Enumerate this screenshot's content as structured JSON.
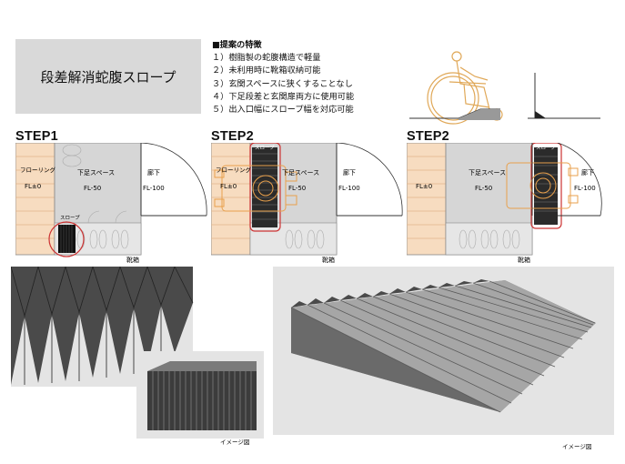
{
  "title": "段差解消蛇腹スロープ",
  "features": {
    "heading": "■提案の特徴",
    "items": [
      "１）樹脂製の蛇腹構造で軽量",
      "２）未利用時に靴箱収納可能",
      "３）玄関スペースに狭くすることなし",
      "４）下足段差と玄関扉両方に使用可能",
      "５）出入口幅にスロープ幅を対応可能"
    ]
  },
  "steps": [
    {
      "label": "STEP1",
      "flooring": "フローリング",
      "flooring_level": "FL±0",
      "shoe_space": "下足スペース",
      "shoe_level": "FL-50",
      "hallway": "廊下",
      "hallway_level": "FL-100",
      "slope": "スロープ",
      "shoe_box": "靴箱"
    },
    {
      "label": "STEP2",
      "flooring": "フローリング",
      "flooring_level": "FL±0",
      "shoe_space": "下足スペース",
      "shoe_level": "FL-50",
      "hallway": "廊下",
      "hallway_level": "FL-100",
      "slope": "スロープ",
      "shoe_box": "靴箱"
    },
    {
      "label": "STEP2",
      "flooring": "",
      "flooring_level": "FL±0",
      "shoe_space": "下足スペース",
      "shoe_level": "FL-50",
      "hallway": "廊下",
      "hallway_level": "FL-100",
      "slope": "スロープ",
      "shoe_box": "靴箱"
    }
  ],
  "image_captions": [
    "イメージ図",
    "イメージ図"
  ],
  "colors": {
    "title_bg": "#d9d9d9",
    "flooring": "#f7dcc0",
    "shoe_area": "#d6d6d6",
    "highlight": "#cc3333",
    "wheelchair": "#e8a04c",
    "render_bg": "#e4e4e4"
  }
}
